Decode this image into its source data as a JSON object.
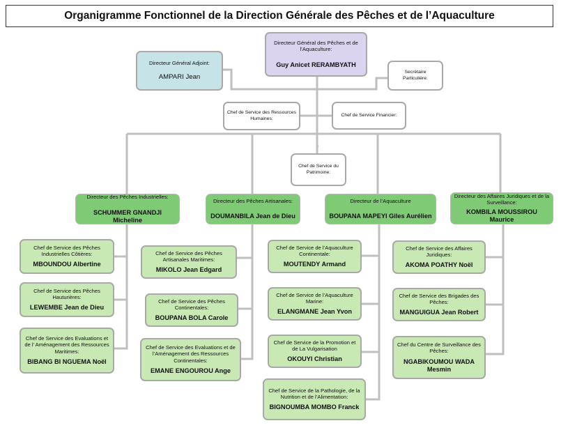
{
  "title": "Organigramme Fonctionnel de la Direction Générale des Pêches et de l’Aquaculture",
  "nodes": {
    "dg": {
      "role": "Directeur Général des Pêches et de l’Aquaculture:",
      "name": "Guy Anicet RERAMBYATH"
    },
    "dga": {
      "role": "Directeur Général Adjoint:",
      "name": "AMPARI Jean"
    },
    "sec": {
      "role": "Secrétaire Particulière:",
      "name": ""
    },
    "rh": {
      "role": "Chef de Service des Ressources Humaines:",
      "name": ""
    },
    "fin": {
      "role": "Chef de Service Financier:",
      "name": ""
    },
    "pat": {
      "role": "Chef de Service du Patrimoine:",
      "name": ""
    },
    "dpi": {
      "role": "Directeur des Pêches Industrielles:",
      "name": "SCHUMMER GNANDJI Micheline"
    },
    "dpa": {
      "role": "Directeur des Pêches Artisanales:",
      "name": "DOUMANBILA Jean de Dieu"
    },
    "daq": {
      "role": "Directeur de l’Aquaculture",
      "name": "BOUPANA MAPEYI Giles Aurélien"
    },
    "daj": {
      "role": "Directeur des Affaires Juridiques et de la Surveillance:",
      "name": "KOMBILA MOUSSIROU Maurice"
    },
    "pi1": {
      "role": "Chef de Service des Pêches Industrielles Côtières:",
      "name": "MBOUNDOU Albertine"
    },
    "pi2": {
      "role": "Chef de Service des Pêches Hauturières:",
      "name": "LEWEMBE Jean de Dieu"
    },
    "pi3": {
      "role": "Chef de Service des Evaluations et de l’ Aménagement des Ressources Maritimes:",
      "name": "BIBANG BI NGUEMA Noël"
    },
    "pa1": {
      "role": "Chef de Service des Pêches Artisanales Maritimes:",
      "name": "MIKOLO Jean Edgard"
    },
    "pa2": {
      "role": "Chef de Service des Pêches Continentales:",
      "name": "BOUPANA BOLA Carole"
    },
    "pa3": {
      "role": "Chef de Service des Evaluations et de l’Aménagement des Ressources Continentales:",
      "name": "EMANE ENGOUROU Ange"
    },
    "aq1": {
      "role": "Chef de Service de l’Aquaculture Continentale:",
      "name": "MOUTENDY Armand"
    },
    "aq2": {
      "role": "Chef de Service de l’Aquaculture Marine:",
      "name": "ELANGMANE Jean Yvon"
    },
    "aq3": {
      "role": "Chef de Service de la Promotion et de La Vulgarisation",
      "name": "OKOUYI Christian"
    },
    "aq4": {
      "role": "Chef de Service de la Pathologie, de la Nutrition et de l’Alimentation:",
      "name": "BIGNOUMBA MOMBO Franck"
    },
    "aj1": {
      "role": "Chef de Service des Affaires Juridiques:",
      "name": "AKOMA POATHY Noël"
    },
    "aj2": {
      "role": "Chef de Service des Brigades des Pêches:",
      "name": "MANGUIGUA Jean Robert"
    },
    "aj3": {
      "role": "Chef du Centre de Surveillance des Pêches:",
      "name": "NGABIKOUMOU WADA Mesmin"
    }
  }
}
